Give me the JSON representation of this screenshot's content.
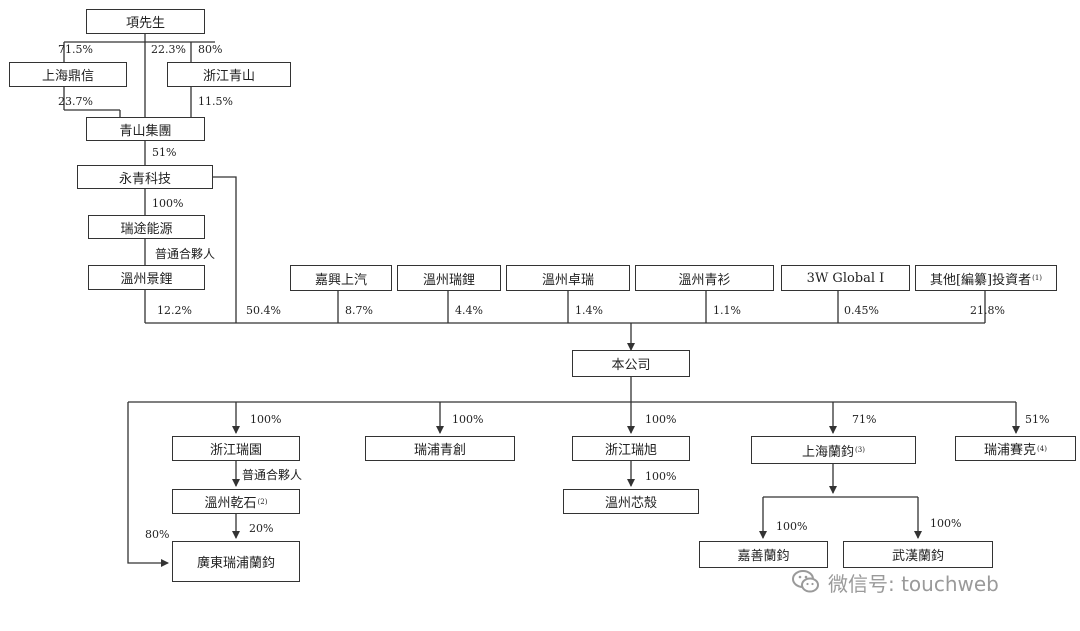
{
  "entities": {
    "xiang": "項先生",
    "shanghai_dingxin": "上海鼎信",
    "zhejiang_qingshan": "浙江青山",
    "qingshan_group": "青山集團",
    "yongqing_tech": "永青科技",
    "ruitu_energy": "瑞途能源",
    "wenzhou_jingli": "溫州景鋰",
    "jiaxing_saic": "嘉興上汽",
    "wenzhou_ruili": "溫州瑞鋰",
    "wenzhou_zhuorui": "溫州卓瑞",
    "wenzhou_qingshan": "溫州青衫",
    "global_3w": "3W Global I",
    "others": "其他[編纂]投資者",
    "company": "本公司",
    "zhejiang_ruiyuan": "浙江瑞園",
    "ruipu_qingchuang": "瑞浦青創",
    "zhejiang_ruixu": "浙江瑞旭",
    "shanghai_lanjun": "上海蘭鈞",
    "ruipu_saike": "瑞浦賽克",
    "wenzhou_qianshi": "溫州乾石",
    "wenzhou_xinke": "溫州芯殼",
    "guangdong_lanjun": "廣東瑞浦蘭鈞",
    "jiashan_lanjun": "嘉善蘭鈞",
    "wuhan_lanjun": "武漢蘭鈞"
  },
  "notes": {
    "others": "(1)",
    "wenzhou_qianshi": "(2)",
    "shanghai_lanjun": "(3)",
    "ruipu_saike": "(4)"
  },
  "percentages": {
    "xiang_dingxin": "71.5%",
    "xiang_group": "22.3%",
    "xiang_zhejiang_qingshan": "80%",
    "dingxin_group": "23.7%",
    "zhejiang_qingshan_group": "11.5%",
    "group_yongqing": "51%",
    "yongqing_ruitu": "100%",
    "jingli_company": "12.2%",
    "yongqing_company": "50.4%",
    "saic_company": "8.7%",
    "ruili_company": "4.4%",
    "zhuorui_company": "1.4%",
    "qingshan_company": "1.1%",
    "w3_company": "0.45%",
    "others_company": "21.8%",
    "company_ruiyuan": "100%",
    "company_qingchuang": "100%",
    "company_ruixu": "100%",
    "company_lanjun": "71%",
    "company_saike": "51%",
    "ruixu_xinke": "100%",
    "qianshi_guangdong": "20%",
    "company_guangdong": "80%",
    "lanjun_jiashan": "100%",
    "lanjun_wuhan": "100%"
  },
  "relations": {
    "gp1": "普通合夥人",
    "gp2": "普通合夥人"
  },
  "watermark": {
    "text": "微信号: touchweb",
    "icon": "wechat-icon"
  }
}
